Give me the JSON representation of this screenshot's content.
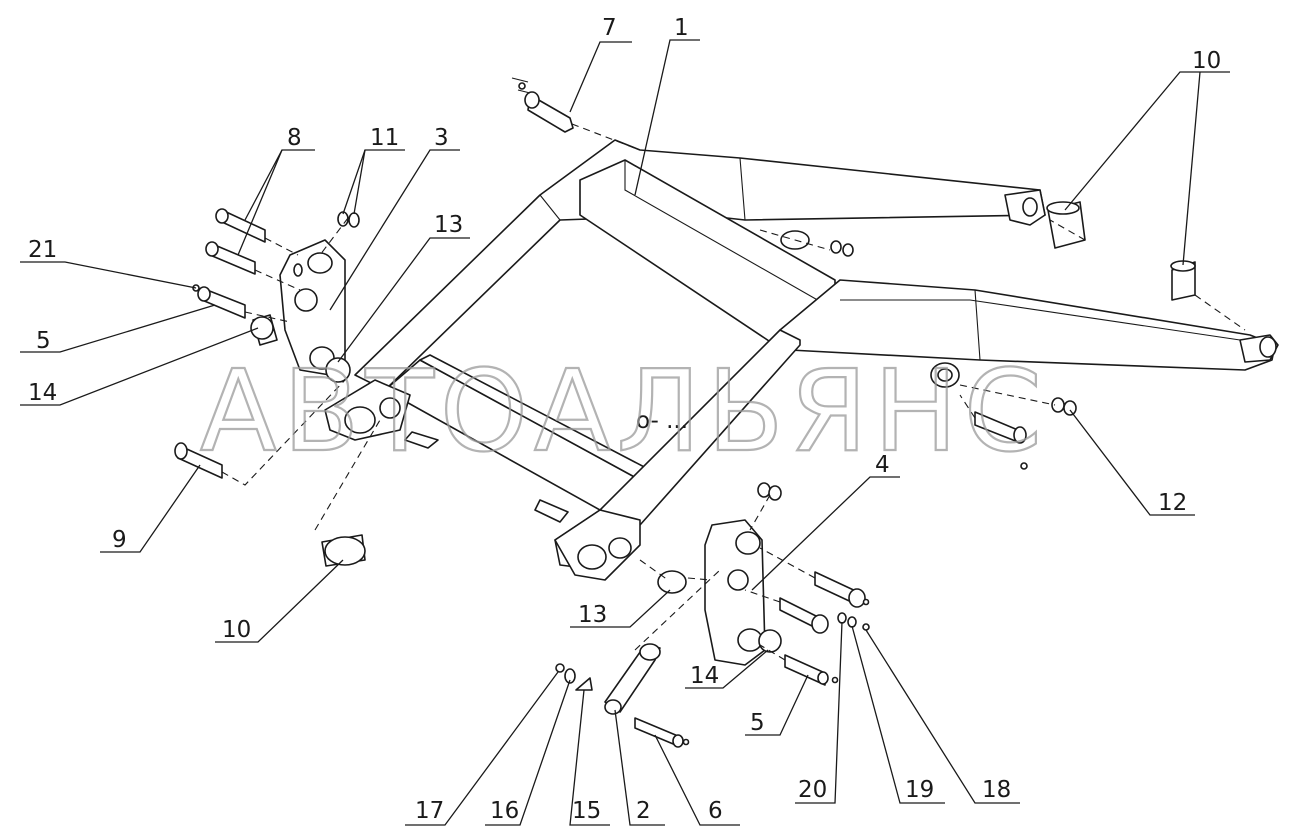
{
  "watermark": "АВТОАЛЬЯНС",
  "callouts": [
    {
      "id": "c1",
      "label": "1"
    },
    {
      "id": "c7",
      "label": "7"
    },
    {
      "id": "c10a",
      "label": "10"
    },
    {
      "id": "c8",
      "label": "8"
    },
    {
      "id": "c11",
      "label": "11"
    },
    {
      "id": "c3",
      "label": "3"
    },
    {
      "id": "c13a",
      "label": "13"
    },
    {
      "id": "c21",
      "label": "21"
    },
    {
      "id": "c5a",
      "label": "5"
    },
    {
      "id": "c14a",
      "label": "14"
    },
    {
      "id": "c9",
      "label": "9"
    },
    {
      "id": "c10b",
      "label": "10"
    },
    {
      "id": "c12",
      "label": "12"
    },
    {
      "id": "c4",
      "label": "4"
    },
    {
      "id": "c13b",
      "label": "13"
    },
    {
      "id": "c14b",
      "label": "14"
    },
    {
      "id": "c5b",
      "label": "5"
    },
    {
      "id": "c17",
      "label": "17"
    },
    {
      "id": "c16",
      "label": "16"
    },
    {
      "id": "c15",
      "label": "15"
    },
    {
      "id": "c2",
      "label": "2"
    },
    {
      "id": "c6",
      "label": "6"
    },
    {
      "id": "c20",
      "label": "20"
    },
    {
      "id": "c19",
      "label": "19"
    },
    {
      "id": "c18",
      "label": "18"
    }
  ],
  "center_mark": "o-  ..."
}
